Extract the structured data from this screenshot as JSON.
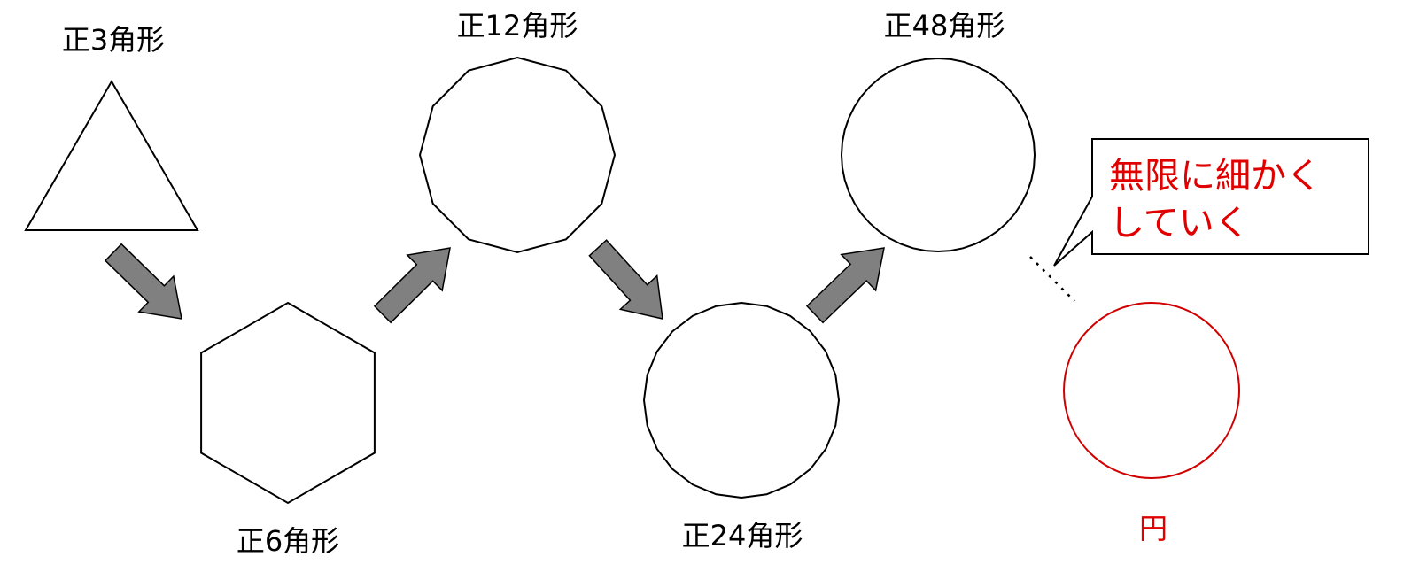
{
  "shapes": [
    {
      "label": "正3角形",
      "sides": 3
    },
    {
      "label": "正6角形",
      "sides": 6
    },
    {
      "label": "正12角形",
      "sides": 12
    },
    {
      "label": "正24角形",
      "sides": 24
    },
    {
      "label": "正48角形",
      "sides": 48
    }
  ],
  "circle": {
    "label": "円",
    "color": "#e00000"
  },
  "callout": {
    "line1": "無限に細かく",
    "line2": "していく"
  },
  "colors": {
    "arrow_fill": "#808080",
    "stroke": "#000000"
  }
}
